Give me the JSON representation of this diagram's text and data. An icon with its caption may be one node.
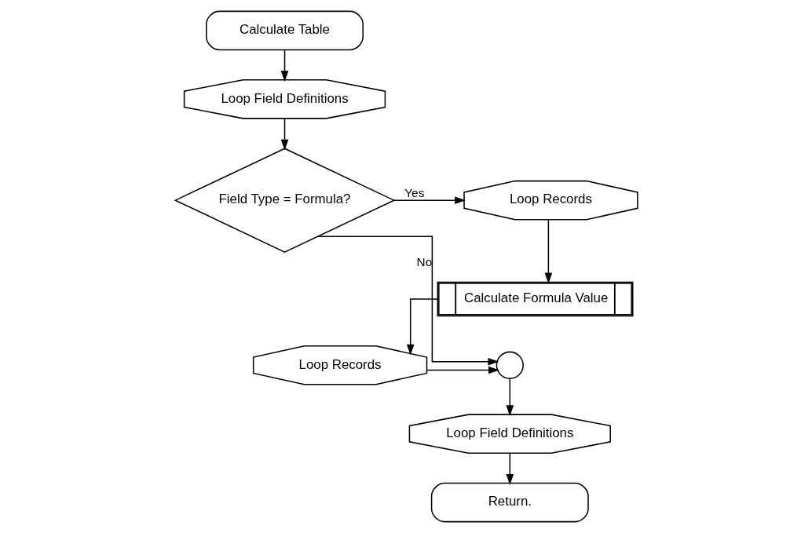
{
  "diagram": {
    "nodes": [
      {
        "text": [
          "Calculate Table"
        ]
      },
      {
        "text": [
          "Loop Field Definitions"
        ]
      },
      {
        "text": [
          "Field Type = Formula?"
        ]
      },
      {
        "text": [
          "Loop Records"
        ]
      },
      {
        "text": [
          "Calculate Formula Value"
        ]
      },
      {
        "text": [
          "Loop Records"
        ]
      },
      {
        "text": [],
        "shape": "circle"
      },
      {
        "text": [
          "Loop Field Definitions"
        ]
      },
      {
        "text": [
          "Return."
        ]
      }
    ],
    "edges": [
      {
        "from": 0,
        "to": 1,
        "arrow": "to"
      },
      {
        "from": 1,
        "to": 2,
        "arrow": "to"
      },
      {
        "from": 2,
        "to": 3,
        "arrow": "to",
        "label": "Yes"
      },
      {
        "from": 3,
        "to": 4,
        "arrow": "to"
      },
      {
        "from": 4,
        "to": 5,
        "arrow": "to"
      },
      {
        "from": 5,
        "to": 6,
        "arrow": "to"
      },
      {
        "from": 2,
        "to": 6,
        "arrow": "to",
        "label": "No"
      },
      {
        "from": 6,
        "to": 7,
        "arrow": "to"
      },
      {
        "from": 7,
        "to": 8,
        "arrow": "to"
      }
    ]
  }
}
